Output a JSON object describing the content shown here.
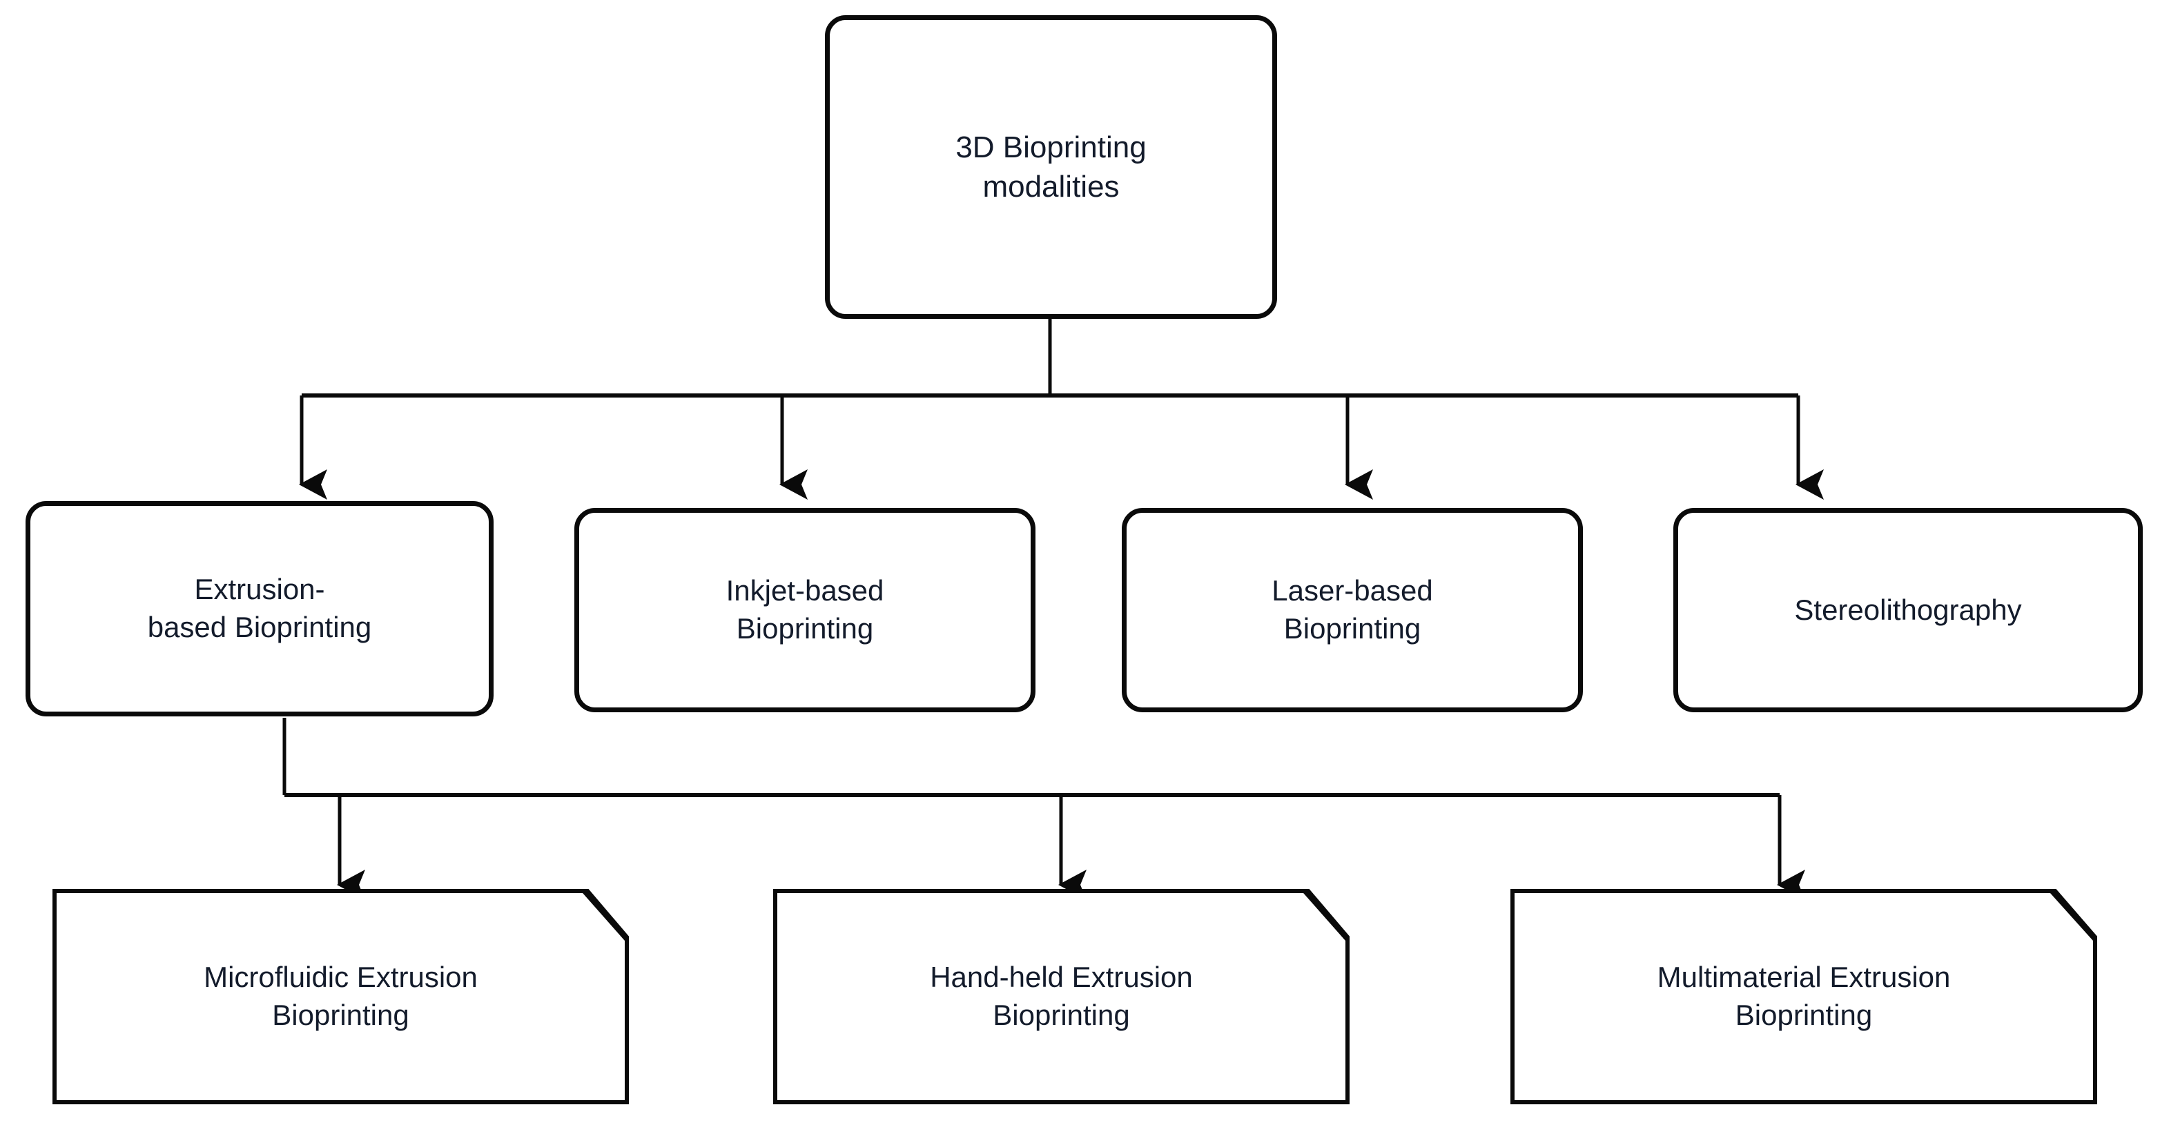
{
  "diagram": {
    "title": "3D Bioprinting modalities",
    "type": "hierarchy-flowchart",
    "background_color": "#ffffff",
    "node_border_color": "#0a0a0a",
    "node_fill_color": "#ffffff",
    "text_color": "#131b2b",
    "connector_color": "#0a0a0a"
  },
  "root": {
    "label": "3D Bioprinting\nmodalities",
    "shape": "rounded-rectangle"
  },
  "modalities": [
    {
      "label": "Extrusion-\nbased Bioprinting",
      "shape": "rounded-rectangle"
    },
    {
      "label": "Inkjet-based\nBioprinting",
      "shape": "rounded-rectangle"
    },
    {
      "label": "Laser-based\nBioprinting",
      "shape": "rounded-rectangle"
    },
    {
      "label": "Stereolithography",
      "shape": "rounded-rectangle"
    }
  ],
  "extrusion_subtypes": [
    {
      "label": "Microfluidic Extrusion\nBioprinting",
      "shape": "chamfered-rectangle"
    },
    {
      "label": "Hand-held Extrusion\nBioprinting",
      "shape": "chamfered-rectangle"
    },
    {
      "label": "Multimaterial Extrusion\nBioprinting",
      "shape": "chamfered-rectangle"
    }
  ]
}
